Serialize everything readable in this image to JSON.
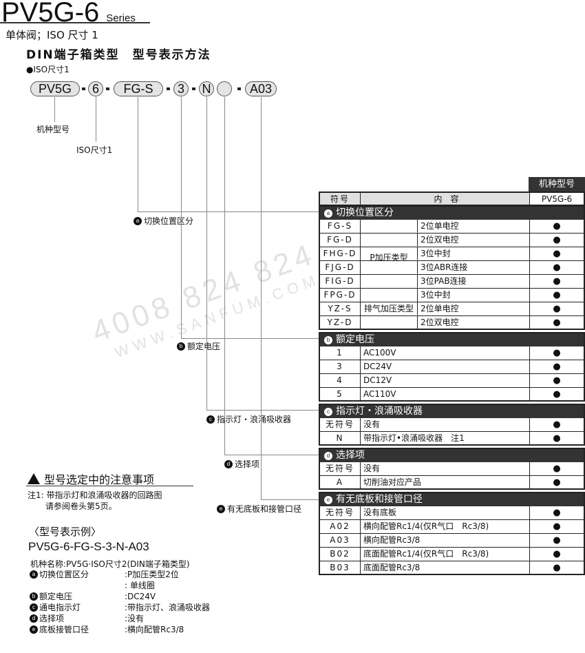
{
  "header": {
    "title": "PV5G-6",
    "series": "Series",
    "subtitle": "单体阀；ISO 尺寸 1",
    "heading": "DIN端子箱类型　型号表示方法",
    "iso_label": "●ISO尺寸1"
  },
  "code": {
    "parts": [
      "PV5G",
      "6",
      "FG-S",
      "3",
      "N",
      "",
      "A03"
    ],
    "label_model": "机种型号",
    "label_iso": "ISO尺寸1"
  },
  "callouts": {
    "a": "切换位置区分",
    "b": "额定电压",
    "c": "指示灯・浪涌吸收器",
    "d": "选择项",
    "e": "有无底板和接管口径"
  },
  "table": {
    "model_header": "机种型号",
    "col_symbol": "符号",
    "col_content": "内　容",
    "model": "PV5G-6",
    "mark": "●",
    "sec_a": {
      "badge": "a",
      "title": "切换位置区分",
      "group1": "P加压类型",
      "group2": "排气加压类型",
      "rows": [
        [
          "FG-S",
          "2位单电控"
        ],
        [
          "FG-D",
          "2位双电控"
        ],
        [
          "FHG-D",
          "3位中封"
        ],
        [
          "FJG-D",
          "3位ABR连接"
        ],
        [
          "FIG-D",
          "3位PAB连接"
        ],
        [
          "FPG-D",
          "3位中封"
        ],
        [
          "YZ-S",
          "2位单电控"
        ],
        [
          "YZ-D",
          "2位双电控"
        ]
      ]
    },
    "sec_b": {
      "badge": "b",
      "title": "额定电压",
      "rows": [
        [
          "1",
          "AC100V"
        ],
        [
          "3",
          "DC24V"
        ],
        [
          "4",
          "DC12V"
        ],
        [
          "5",
          "AC110V"
        ]
      ]
    },
    "sec_c": {
      "badge": "c",
      "title": "指示灯・浪涌吸收器",
      "rows": [
        [
          "无符号",
          "没有"
        ],
        [
          "N",
          "带指示灯•浪涌吸收器　注1"
        ]
      ]
    },
    "sec_d": {
      "badge": "d",
      "title": "选择项",
      "rows": [
        [
          "无符号",
          "没有"
        ],
        [
          "A",
          "切削油对应产品"
        ]
      ]
    },
    "sec_e": {
      "badge": "e",
      "title": "有无底板和接管口径",
      "rows": [
        [
          "无符号",
          "没有底板"
        ],
        [
          "A02",
          "横向配管Rc1/4(仅R气口　Rc3/8)"
        ],
        [
          "A03",
          "横向配管Rc3/8"
        ],
        [
          "B02",
          "底面配管Rc1/4(仅R气口　Rc3/8)"
        ],
        [
          "B03",
          "底面配管Rc3/8"
        ]
      ]
    }
  },
  "notes": {
    "title": "型号选定中的注意事项",
    "note1": "注1: 带指示灯和浪涌吸收器的回路图",
    "note1b": "请参阅卷头第5页。"
  },
  "example": {
    "title": "〈型号表示例〉",
    "code": "PV5G-6-FG-S-3-N-A03",
    "name": "机种名称:PV5G·ISO尺寸2(DIN端子箱类型)",
    "items": [
      [
        "a",
        "切换位置区分",
        ":P加压类型2位"
      ],
      [
        "",
        "",
        ": 单线圈"
      ],
      [
        "b",
        "额定电压",
        ":DC24V"
      ],
      [
        "c",
        "通电指示灯",
        ":带指示灯、浪涌吸收器"
      ],
      [
        "d",
        "选择项",
        ":没有"
      ],
      [
        "e",
        "底板接管口径",
        ":横向配管Rc3/8"
      ]
    ]
  },
  "watermark": {
    "phone": "4008 824 824",
    "url": "WWW.SANFUM.COM"
  }
}
